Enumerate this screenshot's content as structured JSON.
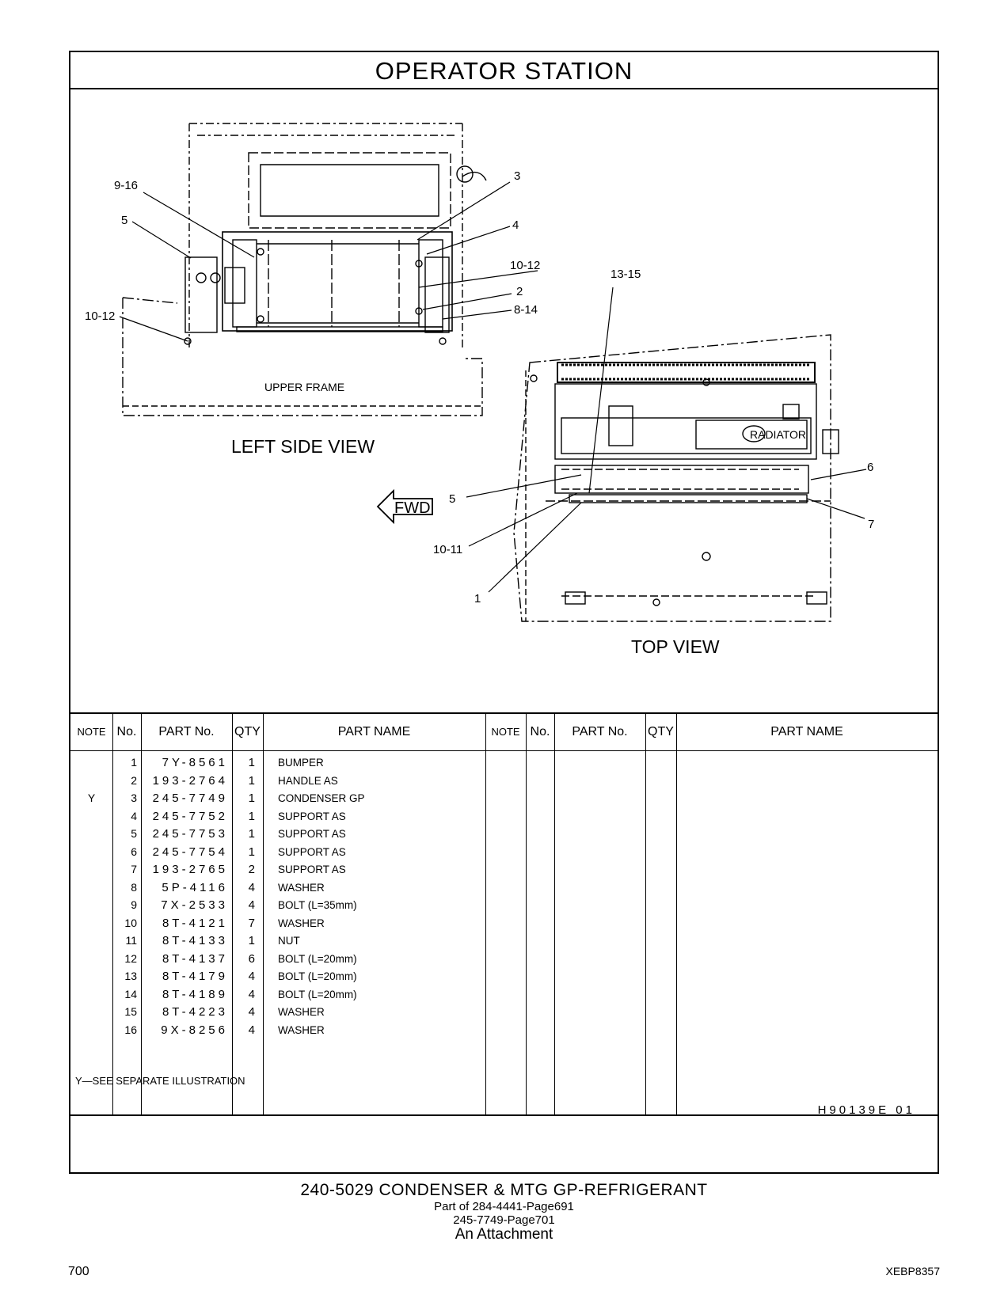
{
  "header": {
    "title": "OPERATOR   STATION"
  },
  "drawing": {
    "left_view_label": "LEFT  SIDE  VIEW",
    "top_view_label": "TOP  VIEW",
    "upper_frame_label": "UPPER  FRAME",
    "radiator_label": "RADIATOR",
    "fwd_label": "FWD",
    "callouts_left": [
      "9-16",
      "5",
      "10-12",
      "3",
      "4",
      "10-12",
      "2",
      "8-14"
    ],
    "callouts_top": [
      "13-15",
      "6",
      "5",
      "7",
      "10-11",
      "1"
    ]
  },
  "table": {
    "headers": {
      "note": "NOTE",
      "no": "No.",
      "part_no": "PART No.",
      "qty": "QTY",
      "part_name": "PART NAME",
      "note2": "NOTE",
      "no2": "No.",
      "part_no2": "PART No.",
      "qty2": "QTY",
      "part_name2": "PART NAME"
    },
    "rows": [
      {
        "note": "",
        "no": "1",
        "part_no": "7Y-8561",
        "qty": "1",
        "name": "BUMPER"
      },
      {
        "note": "",
        "no": "2",
        "part_no": "193-2764",
        "qty": "1",
        "name": "HANDLE  AS"
      },
      {
        "note": "Y",
        "no": "3",
        "part_no": "245-7749",
        "qty": "1",
        "name": "CONDENSER  GP"
      },
      {
        "note": "",
        "no": "4",
        "part_no": "245-7752",
        "qty": "1",
        "name": "SUPPORT  AS"
      },
      {
        "note": "",
        "no": "5",
        "part_no": "245-7753",
        "qty": "1",
        "name": "SUPPORT  AS"
      },
      {
        "note": "",
        "no": "6",
        "part_no": "245-7754",
        "qty": "1",
        "name": "SUPPORT  AS"
      },
      {
        "note": "",
        "no": "7",
        "part_no": "193-2765",
        "qty": "2",
        "name": "SUPPORT  AS"
      },
      {
        "note": "",
        "no": "8",
        "part_no": "5P-4116",
        "qty": "4",
        "name": "WASHER"
      },
      {
        "note": "",
        "no": "9",
        "part_no": "7X-2533",
        "qty": "4",
        "name": "BOLT (L=35mm)"
      },
      {
        "note": "",
        "no": "10",
        "part_no": "8T-4121",
        "qty": "7",
        "name": "WASHER"
      },
      {
        "note": "",
        "no": "11",
        "part_no": "8T-4133",
        "qty": "1",
        "name": "NUT"
      },
      {
        "note": "",
        "no": "12",
        "part_no": "8T-4137",
        "qty": "6",
        "name": "BOLT (L=20mm)"
      },
      {
        "note": "",
        "no": "13",
        "part_no": "8T-4179",
        "qty": "4",
        "name": "BOLT (L=20mm)"
      },
      {
        "note": "",
        "no": "14",
        "part_no": "8T-4189",
        "qty": "4",
        "name": "BOLT (L=20mm)"
      },
      {
        "note": "",
        "no": "15",
        "part_no": "8T-4223",
        "qty": "4",
        "name": "WASHER"
      },
      {
        "note": "",
        "no": "16",
        "part_no": "9X-8256",
        "qty": "4",
        "name": "WASHER"
      }
    ]
  },
  "footnote": "Y—SEE  SEPARATE  ILLUSTRATION",
  "illustration_code": "H90139E   01",
  "caption": {
    "line1": "240-5029   CONDENSER  &  MTG  GP-REFRIGERANT",
    "line2": "Part of 284-4441-Page691",
    "line3": "245-7749-Page701",
    "line4": "An Attachment"
  },
  "page_number": "700",
  "doc_id": "XEBP8357"
}
